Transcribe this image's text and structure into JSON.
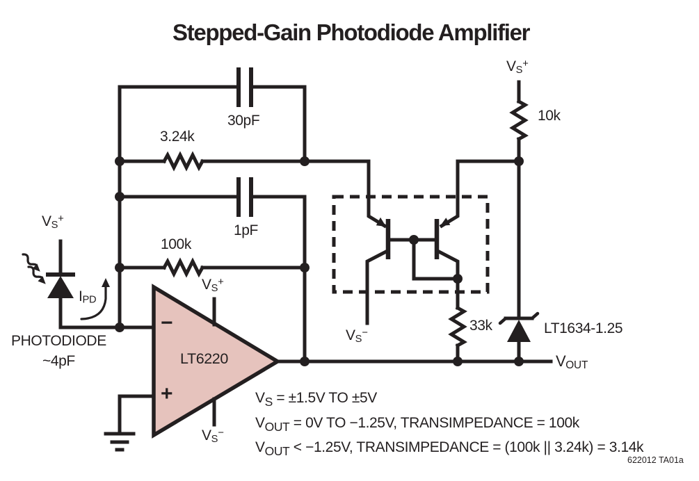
{
  "title": "Stepped-Gain Photodiode Amplifier",
  "colors": {
    "ink": "#231f20",
    "opamp_fill": "#e6c3bd",
    "background": "#ffffff"
  },
  "components": {
    "cap_top": {
      "value": "30pF"
    },
    "res_top": {
      "value": "3.24k"
    },
    "cap_mid": {
      "value": "1pF"
    },
    "res_mid": {
      "value": "100k"
    },
    "res_pullup": {
      "value": "10k"
    },
    "res_shunt": {
      "value": "33k"
    },
    "opamp": {
      "part": "LT6220",
      "minus": "−",
      "plus": "+"
    },
    "reference": {
      "part": "LT1634-1.25"
    },
    "photodiode": {
      "name": "PHOTODIODE",
      "capacitance": "~4pF"
    }
  },
  "labels": {
    "vs_plus": {
      "base": "V",
      "sub": "S",
      "sup": "+"
    },
    "vs_minus": {
      "base": "V",
      "sub": "S",
      "sup": "−"
    },
    "ipd": {
      "base": "I",
      "sub": "PD"
    },
    "vout": {
      "base": "V",
      "sub": "OUT"
    }
  },
  "notes": {
    "line1": {
      "v": "V",
      "sub": "S",
      "rest": " = ±1.5V TO ±5V"
    },
    "line2": {
      "v": "V",
      "sub": "OUT",
      "rest": " = 0V TO −1.25V, TRANSIMPEDANCE = 100k"
    },
    "line3": {
      "v": "V",
      "sub": "OUT",
      "rest": " < −1.25V, TRANSIMPEDANCE = (100k || 3.24k) = 3.14k"
    }
  },
  "footer": {
    "doc_id": "622012 TA01a"
  }
}
